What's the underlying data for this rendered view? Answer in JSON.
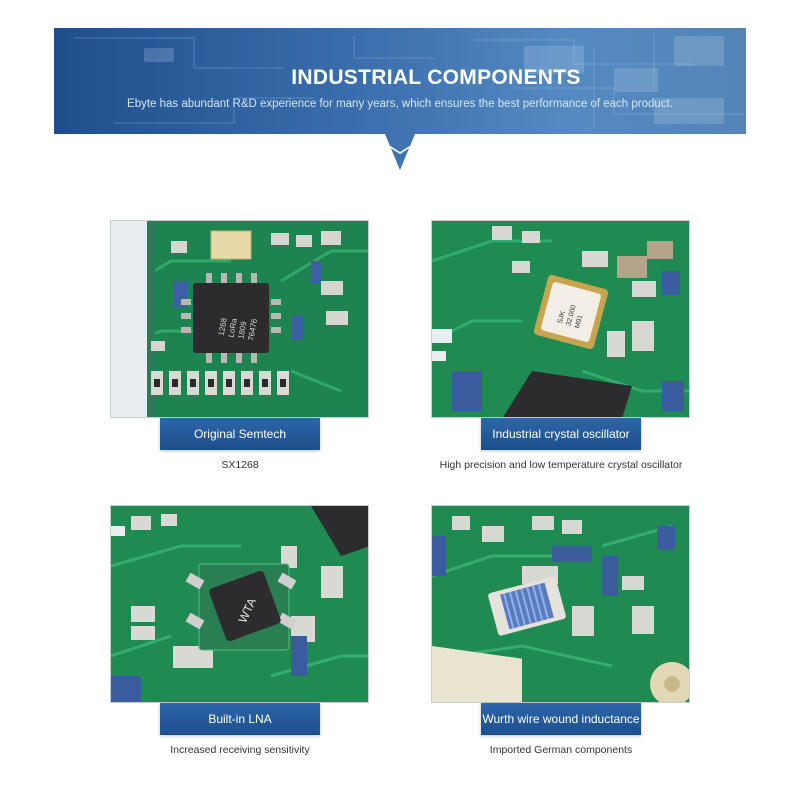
{
  "banner": {
    "title": "INDUSTRIAL COMPONENTS",
    "subtitle": "Ebyte has abundant R&D experience for many years, which ensures the best performance of each product."
  },
  "cards": [
    {
      "label": "Original Semtech",
      "caption": "SX1268",
      "chip_text": [
        "1268",
        "LoRa",
        "1809",
        "76476"
      ]
    },
    {
      "label": "Industrial crystal oscillator",
      "caption": "High precision and low temperature crystal oscillator",
      "chip_text": [
        "SJK",
        "32.000",
        "M91"
      ]
    },
    {
      "label": "Built-in LNA",
      "caption": "Increased receiving sensitivity",
      "chip_text": [
        "WTA"
      ]
    },
    {
      "label": "Wurth wire wound inductance",
      "caption": "Imported German components",
      "chip_text": []
    }
  ],
  "colors": {
    "banner": "#1f4e8c",
    "label": "#2c66a8",
    "pcb": "#1f8a52"
  }
}
